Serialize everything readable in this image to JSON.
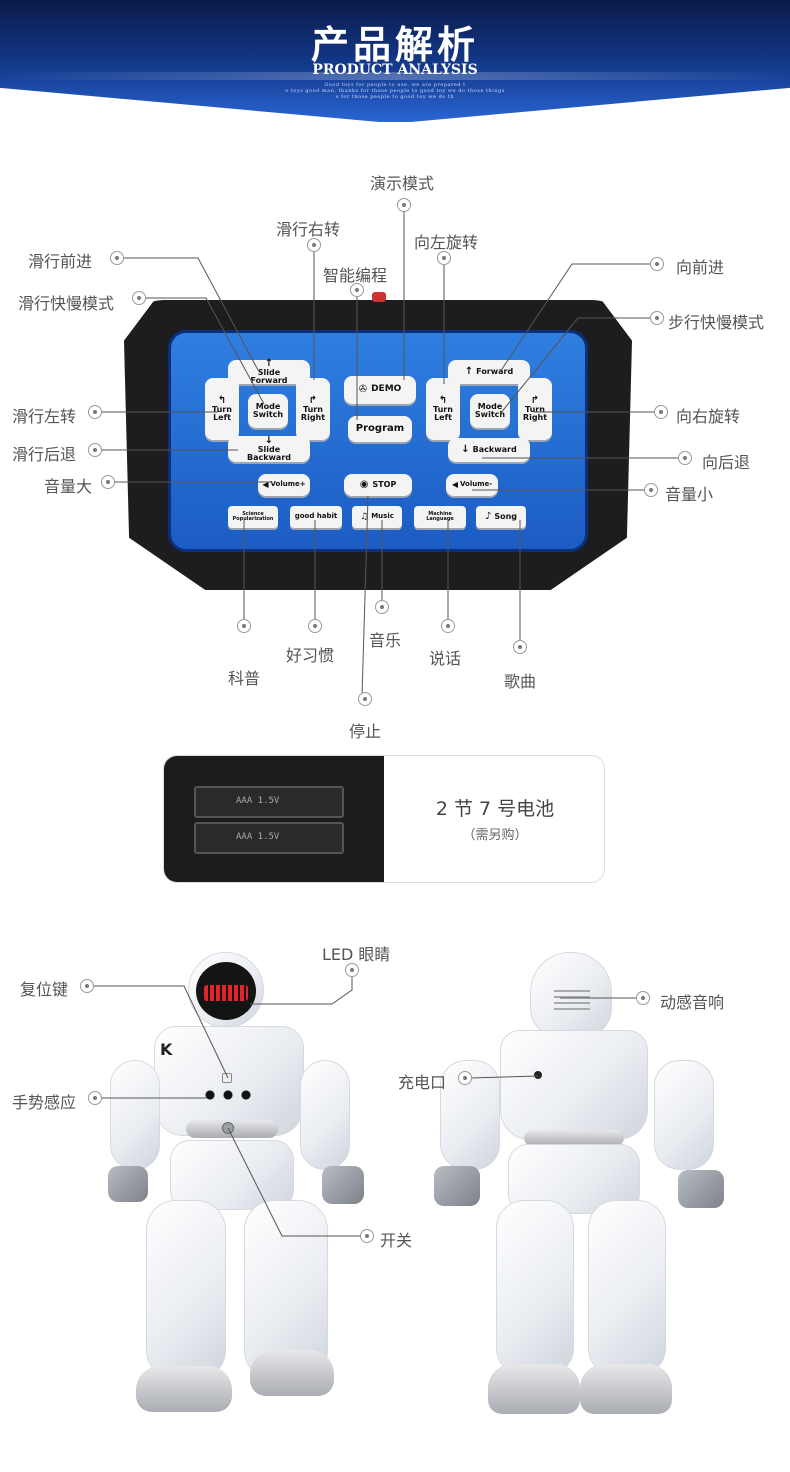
{
  "header": {
    "title": "产品解析",
    "subtitle": "PRODUCT ANALYSIS",
    "tagline_1": "Good toys for people to use, we are prepared t",
    "tagline_2": "o toys good man, thanks for those people to good toy we do those things",
    "tagline_3": "s for those people to good toy we do th"
  },
  "remote_labels": {
    "demo_mode": "演示模式",
    "slide_turn_right": "滑行右转",
    "turn_left_spin": "向左旋转",
    "smart_program": "智能编程",
    "slide_forward": "滑行前进",
    "walk_forward": "向前进",
    "slide_fast_slow": "滑行快慢模式",
    "walk_fast_slow": "步行快慢模式",
    "slide_turn_left": "滑行左转",
    "turn_right_spin": "向右旋转",
    "slide_backward": "滑行后退",
    "walk_backward": "向后退",
    "volume_up": "音量大",
    "volume_down": "音量小",
    "science": "科普",
    "good_habit": "好习惯",
    "music": "音乐",
    "talk": "说话",
    "song": "歌曲",
    "stop": "停止"
  },
  "remote_buttons": {
    "slide_forward": [
      "Slide",
      "Forward"
    ],
    "turn_left": [
      "Turn",
      "Left"
    ],
    "mode_switch": [
      "Mode",
      "Switch"
    ],
    "turn_right": [
      "Turn",
      "Right"
    ],
    "slide_backward": [
      "Slide",
      "Backward"
    ],
    "demo": "DEMO",
    "program": "Program",
    "forward": "Forward",
    "backward": "Backward",
    "volume_plus": "Volume+",
    "stop": "STOP",
    "volume_minus": "Volume-",
    "science": [
      "Science",
      "Popularization"
    ],
    "good_habit": "good habit",
    "music": "Music",
    "machine_language": [
      "Machine",
      "Language"
    ],
    "song": "Song"
  },
  "battery": {
    "title": "2 节 7 号电池",
    "note": "（需另购）",
    "cell_text": "AAA 1.5V"
  },
  "robot_labels": {
    "led_eyes": "LED 眼睛",
    "reset_key": "复位键",
    "gesture_sensor": "手势感应",
    "power_switch": "开关",
    "dynamic_speaker": "动感音响",
    "charging_port": "充电口"
  },
  "colors": {
    "banner_dark": "#0a1a4a",
    "banner_light": "#2a66d4",
    "remote_panel": "#1c5cc4",
    "remote_body": "#1d1d1f",
    "led_red": "#e0262b"
  }
}
